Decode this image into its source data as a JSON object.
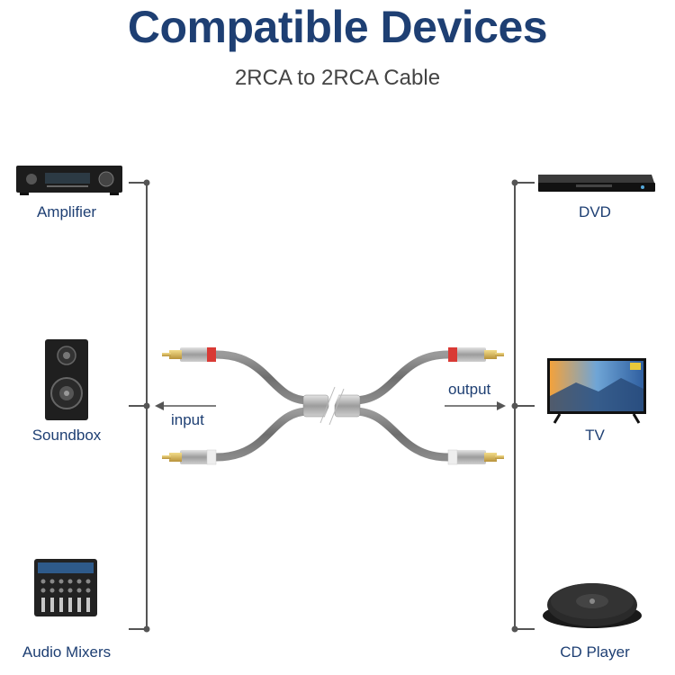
{
  "header": {
    "title": "Compatible Devices",
    "subtitle": "2RCA to 2RCA Cable"
  },
  "left_devices": [
    {
      "label": "Amplifier",
      "icon": "amplifier-icon"
    },
    {
      "label": "Soundbox",
      "icon": "speaker-icon"
    },
    {
      "label": "Audio Mixers",
      "icon": "mixer-icon"
    }
  ],
  "right_devices": [
    {
      "label": "DVD",
      "icon": "dvd-player-icon"
    },
    {
      "label": "TV",
      "icon": "tv-icon"
    },
    {
      "label": "CD Player",
      "icon": "cd-player-icon"
    }
  ],
  "arrows": {
    "input_label": "input",
    "output_label": "output"
  },
  "colors": {
    "title": "#1e3f73",
    "label": "#1e3f73",
    "line": "#555555",
    "plug_red": "#d93a35"
  }
}
